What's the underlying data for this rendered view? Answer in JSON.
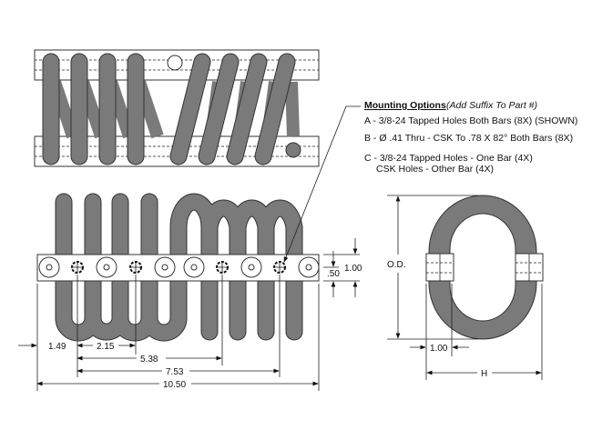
{
  "mounting_options": {
    "title": "Mounting Options",
    "subtitle": "(Add Suffix To Part #)",
    "option_a": "A - 3/8-24 Tapped Holes Both Bars (8X) (SHOWN)",
    "option_b": "B - Ø .41 Thru - CSK To .78 X 82° Both Bars (8X)",
    "option_c_line1": "C - 3/8-24 Tapped Holes - One Bar (4X)",
    "option_c_line2": "CSK Holes - Other Bar (4X)"
  },
  "front_view_dimensions": {
    "d1": "1.49",
    "d2": "2.15",
    "d3": "5.38",
    "d4": "7.53",
    "d5": "10.50",
    "bar_height": "1.00",
    "hole_center": ".50"
  },
  "end_view_dimensions": {
    "od": "O.D.",
    "bar_width": "1.00",
    "height": "H"
  },
  "colors": {
    "coil": "#7a7a7a",
    "outline": "#333333"
  }
}
